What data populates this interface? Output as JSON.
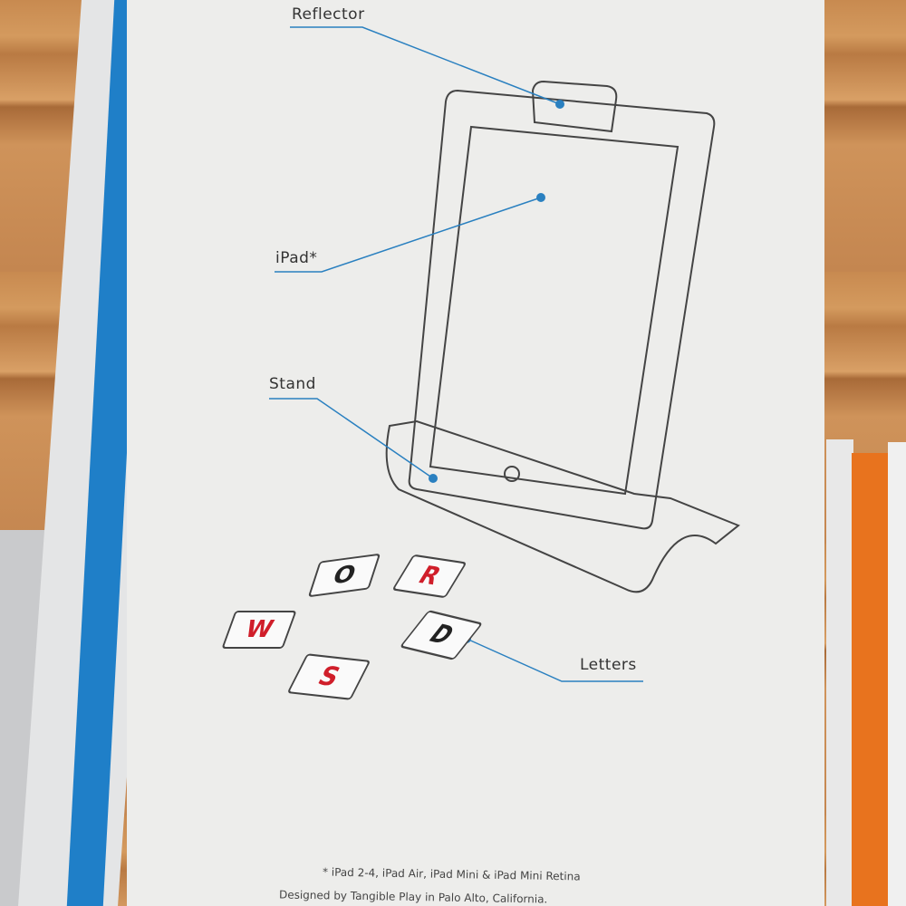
{
  "labels": {
    "reflector": "Reflector",
    "ipad": "iPad*",
    "stand": "Stand",
    "letters": "Letters"
  },
  "tiles": [
    "O",
    "R",
    "W",
    "D",
    "S"
  ],
  "footnote": "* iPad 2-4, iPad Air, iPad Mini & iPad Mini Retina",
  "credit": "Designed by Tangible Play in Palo Alto, California.",
  "colors": {
    "box_blue": "#1f7fc8",
    "leader": "#2a80c0",
    "tile_red": "#d01e2a",
    "orange": "#e8731e"
  }
}
